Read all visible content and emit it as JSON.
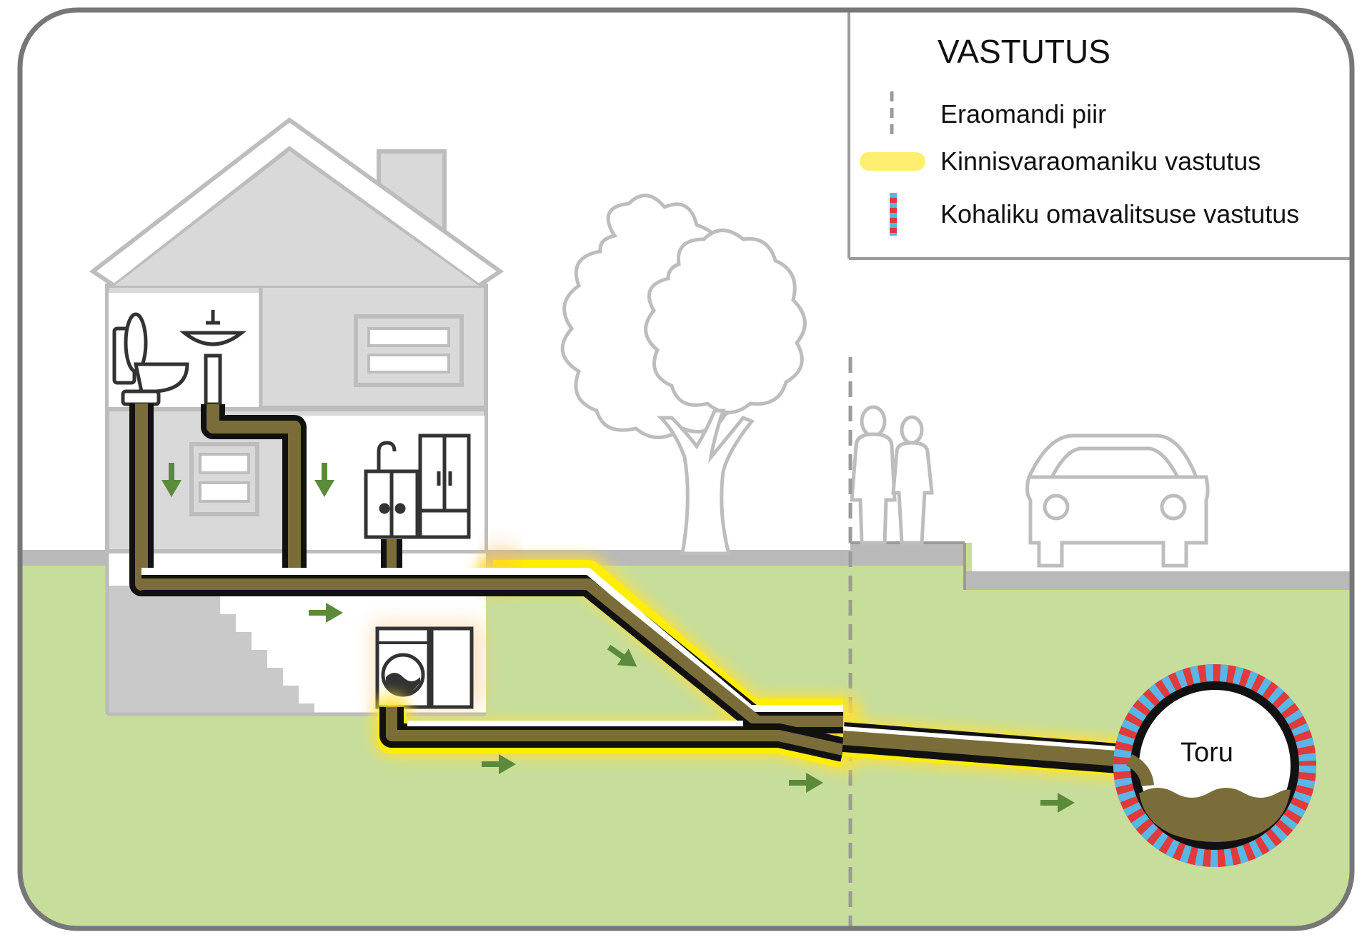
{
  "legend": {
    "title": "VASTUTUS",
    "items": [
      {
        "label": "Eraomandi piir",
        "symbol": "dashed-gray-line"
      },
      {
        "label": "Kinnisvaraomaniku vastutus",
        "symbol": "yellow-glow-line"
      },
      {
        "label": "Kohaliku omavalitsuse vastutus",
        "symbol": "red-blue-dashed-line"
      }
    ]
  },
  "main_pipe": {
    "label": "Toru"
  },
  "colors": {
    "ground": "#c7dd9c",
    "sewage": "#7a6d3a",
    "pipe_wall": "#111111",
    "owner_highlight": "#ffee44",
    "municipal_red": "#e03a3a",
    "municipal_blue": "#59b6e6",
    "flow_arrow": "#5b8a3a",
    "outline_gray": "#b5b5b5",
    "house_fill": "#d9d9d9"
  },
  "icons": [
    "house-icon",
    "toilet-icon",
    "sink-icon",
    "kitchen-sink-icon",
    "cabinet-icon",
    "washing-machine-icon",
    "tree-icon",
    "people-icon",
    "car-icon",
    "flow-arrow-icon"
  ]
}
